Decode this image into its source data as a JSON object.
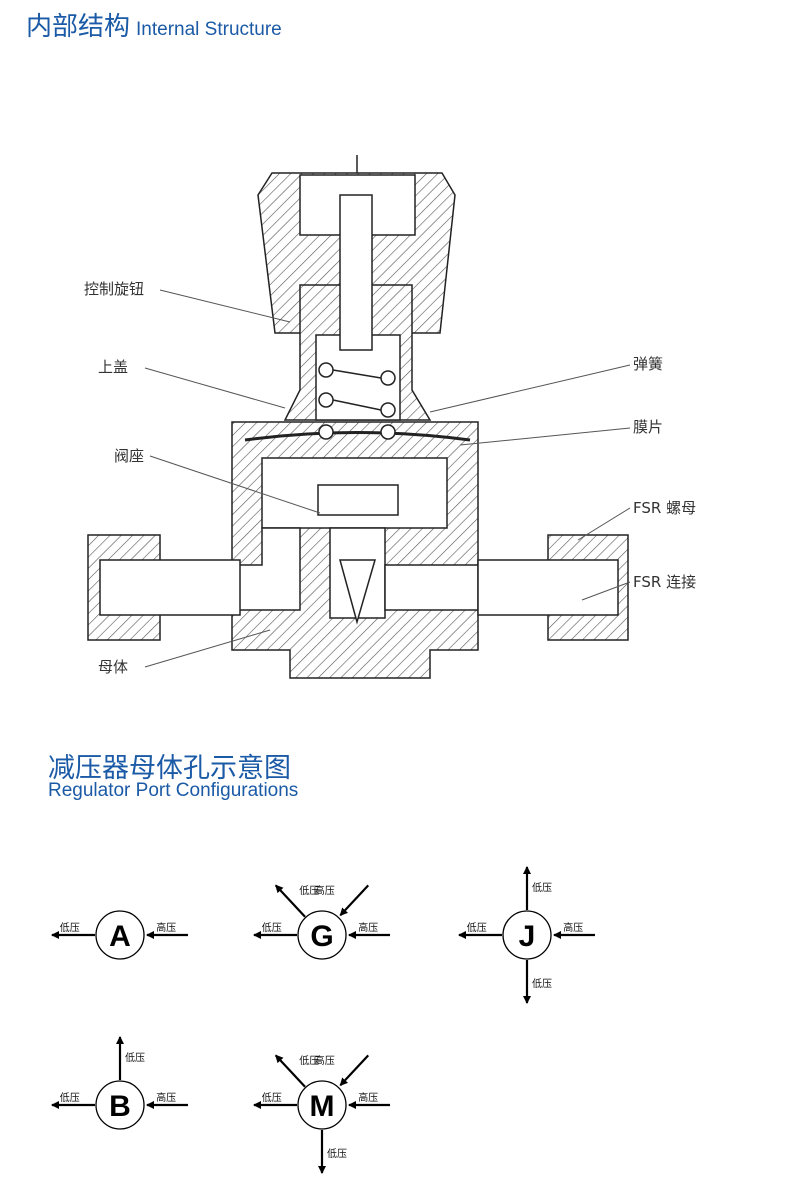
{
  "section1": {
    "title_zh": "内部结构",
    "title_en": "Internal Structure"
  },
  "cross_section": {
    "labels_left": [
      "控制旋钮",
      "上盖",
      "阀座",
      "母体"
    ],
    "labels_right": [
      "弹簧",
      "膜片",
      "FSR 螺母",
      "FSR 连接"
    ]
  },
  "section2": {
    "title_zh": "减压器母体孔示意图",
    "title_en": "Regulator Port Configurations"
  },
  "ports": [
    {
      "letter": "A",
      "arrows": [
        {
          "dir": "left",
          "flow": "out",
          "label": "低压"
        },
        {
          "dir": "right",
          "flow": "in",
          "label": "高压"
        }
      ]
    },
    {
      "letter": "G",
      "arrows": [
        {
          "dir": "left",
          "flow": "out",
          "label": "低压"
        },
        {
          "dir": "right",
          "flow": "in",
          "label": "高压"
        },
        {
          "dir": "upper-left",
          "flow": "out",
          "label": "低压"
        },
        {
          "dir": "upper-right",
          "flow": "in",
          "label": "高压"
        }
      ]
    },
    {
      "letter": "J",
      "arrows": [
        {
          "dir": "left",
          "flow": "out",
          "label": "低压"
        },
        {
          "dir": "right",
          "flow": "in",
          "label": "高压"
        },
        {
          "dir": "up",
          "flow": "out",
          "label": "低压"
        },
        {
          "dir": "down",
          "flow": "out",
          "label": "低压"
        }
      ]
    },
    {
      "letter": "B",
      "arrows": [
        {
          "dir": "left",
          "flow": "out",
          "label": "低压"
        },
        {
          "dir": "right",
          "flow": "in",
          "label": "高压"
        },
        {
          "dir": "up",
          "flow": "out",
          "label": "低压"
        }
      ]
    },
    {
      "letter": "M",
      "arrows": [
        {
          "dir": "left",
          "flow": "out",
          "label": "低压"
        },
        {
          "dir": "right",
          "flow": "in",
          "label": "高压"
        },
        {
          "dir": "upper-left",
          "flow": "out",
          "label": "低压"
        },
        {
          "dir": "upper-right",
          "flow": "in",
          "label": "高压"
        },
        {
          "dir": "down",
          "flow": "out",
          "label": "低压"
        }
      ]
    }
  ]
}
